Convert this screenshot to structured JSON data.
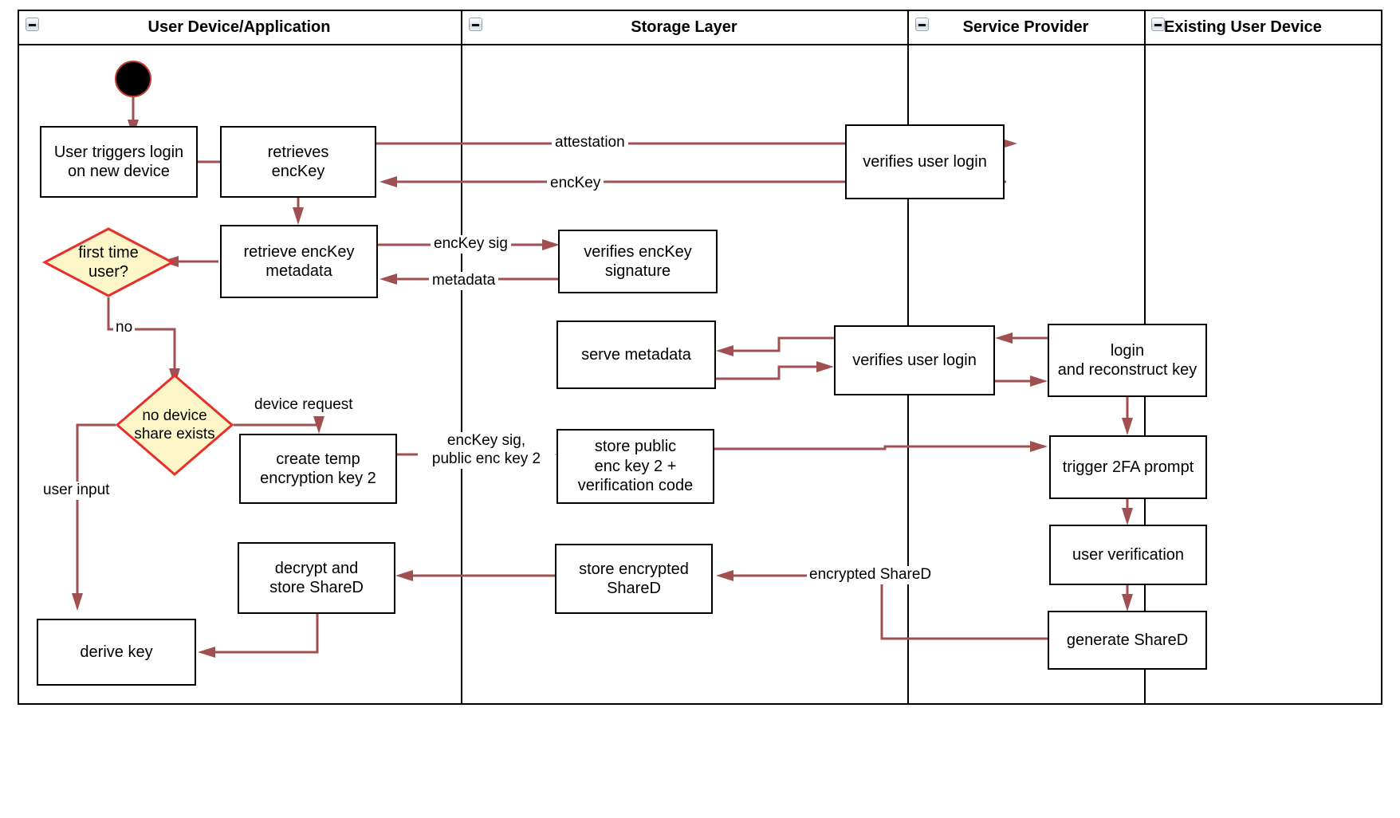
{
  "diagram": {
    "title": "Key recovery on new device — UML activity swimlane diagram",
    "accent_color": "#a05050",
    "decision_fill": "#fdf6c8",
    "decision_stroke": "#e8302a",
    "node_stroke": "#000000",
    "start_fill": "#000000"
  },
  "lanes": [
    {
      "id": "user-device",
      "title": "User Device/Application",
      "collapse_icon": "minus-icon"
    },
    {
      "id": "storage-layer",
      "title": "Storage Layer",
      "collapse_icon": "minus-icon"
    },
    {
      "id": "service-provider",
      "title": "Service Provider",
      "collapse_icon": "minus-icon"
    },
    {
      "id": "existing-user-device",
      "title": "Existing User Device",
      "collapse_icon": "minus-icon"
    }
  ],
  "nodes": [
    {
      "id": "start",
      "lane": "user-device",
      "type": "start",
      "label": ""
    },
    {
      "id": "user-triggers-login",
      "lane": "user-device",
      "type": "action",
      "label": "User triggers login\non new device"
    },
    {
      "id": "retrieves-enckey",
      "lane": "user-device",
      "type": "action",
      "label": "retrieves\nencKey"
    },
    {
      "id": "retrieve-enckey-metadata",
      "lane": "user-device",
      "type": "action",
      "label": "retrieve encKey\nmetadata"
    },
    {
      "id": "first-time-user",
      "lane": "user-device",
      "type": "decision",
      "label": "first time\nuser?"
    },
    {
      "id": "no-device-share-exists",
      "lane": "user-device",
      "type": "decision",
      "label": "no device\nshare exists"
    },
    {
      "id": "create-temp-encryption-key-2",
      "lane": "user-device",
      "type": "action",
      "label": "create temp\nencryption key 2"
    },
    {
      "id": "decrypt-and-store-shared",
      "lane": "user-device",
      "type": "action",
      "label": "decrypt and\nstore ShareD"
    },
    {
      "id": "derive-key",
      "lane": "user-device",
      "type": "action",
      "label": "derive key"
    },
    {
      "id": "verifies-enckey-signature",
      "lane": "storage-layer",
      "type": "action",
      "label": "verifies encKey\nsignature"
    },
    {
      "id": "serve-metadata",
      "lane": "storage-layer",
      "type": "action",
      "label": "serve metadata"
    },
    {
      "id": "store-public-enc-key-2",
      "lane": "storage-layer",
      "type": "action",
      "label": "store public\nenc key 2 +\nverification code"
    },
    {
      "id": "store-encrypted-shared",
      "lane": "storage-layer",
      "type": "action",
      "label": "store encrypted\nShareD"
    },
    {
      "id": "verifies-user-login-1",
      "lane": "service-provider",
      "type": "action",
      "label": "verifies user login"
    },
    {
      "id": "verifies-user-login-2",
      "lane": "service-provider",
      "type": "action",
      "label": "verifies user login"
    },
    {
      "id": "login-and-reconstruct-key",
      "lane": "existing-user-device",
      "type": "action",
      "label": "login\nand reconstruct key"
    },
    {
      "id": "trigger-2fa-prompt",
      "lane": "existing-user-device",
      "type": "action",
      "label": "trigger 2FA prompt"
    },
    {
      "id": "user-verification",
      "lane": "existing-user-device",
      "type": "action",
      "label": "user verification"
    },
    {
      "id": "generate-shared",
      "lane": "existing-user-device",
      "type": "action",
      "label": "generate ShareD"
    }
  ],
  "edge_labels": [
    {
      "id": "attestation",
      "text": "attestation"
    },
    {
      "id": "enckey",
      "text": "encKey"
    },
    {
      "id": "enckey-sig",
      "text": "encKey sig"
    },
    {
      "id": "metadata",
      "text": "metadata"
    },
    {
      "id": "no",
      "text": "no"
    },
    {
      "id": "device-request",
      "text": "device request"
    },
    {
      "id": "user-input",
      "text": "user input"
    },
    {
      "id": "enckey-sig-public-enc-key-2",
      "text": "encKey sig,\npublic enc key 2"
    },
    {
      "id": "encrypted-shared",
      "text": "encrypted ShareD"
    }
  ]
}
